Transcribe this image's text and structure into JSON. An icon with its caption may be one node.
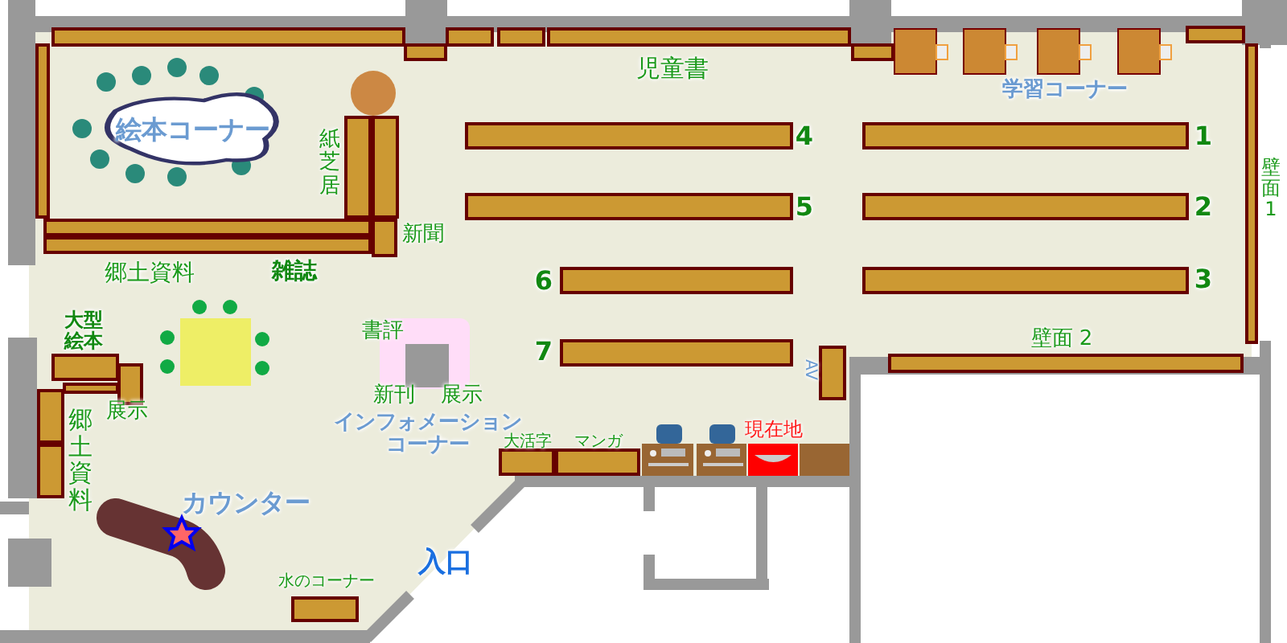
{
  "diagram": {
    "nodes": [
      {
        "text": [
          "絵本コーナー"
        ]
      }
    ],
    "labels": [
      "児童書",
      "学習コーナー",
      "紙芝居",
      "4",
      "1",
      "壁面1",
      "新聞",
      "5",
      "2",
      "郷土資料",
      "雑誌",
      "6",
      "3",
      "大型絵本",
      "書評",
      "7",
      "壁面 2",
      "展示",
      "AV",
      "新刊",
      "展示",
      "インフォメーションコーナー",
      "郷土資料",
      "大活字",
      "マンガ",
      "現在地",
      "カウンター",
      "入口",
      "水のコーナー"
    ]
  }
}
